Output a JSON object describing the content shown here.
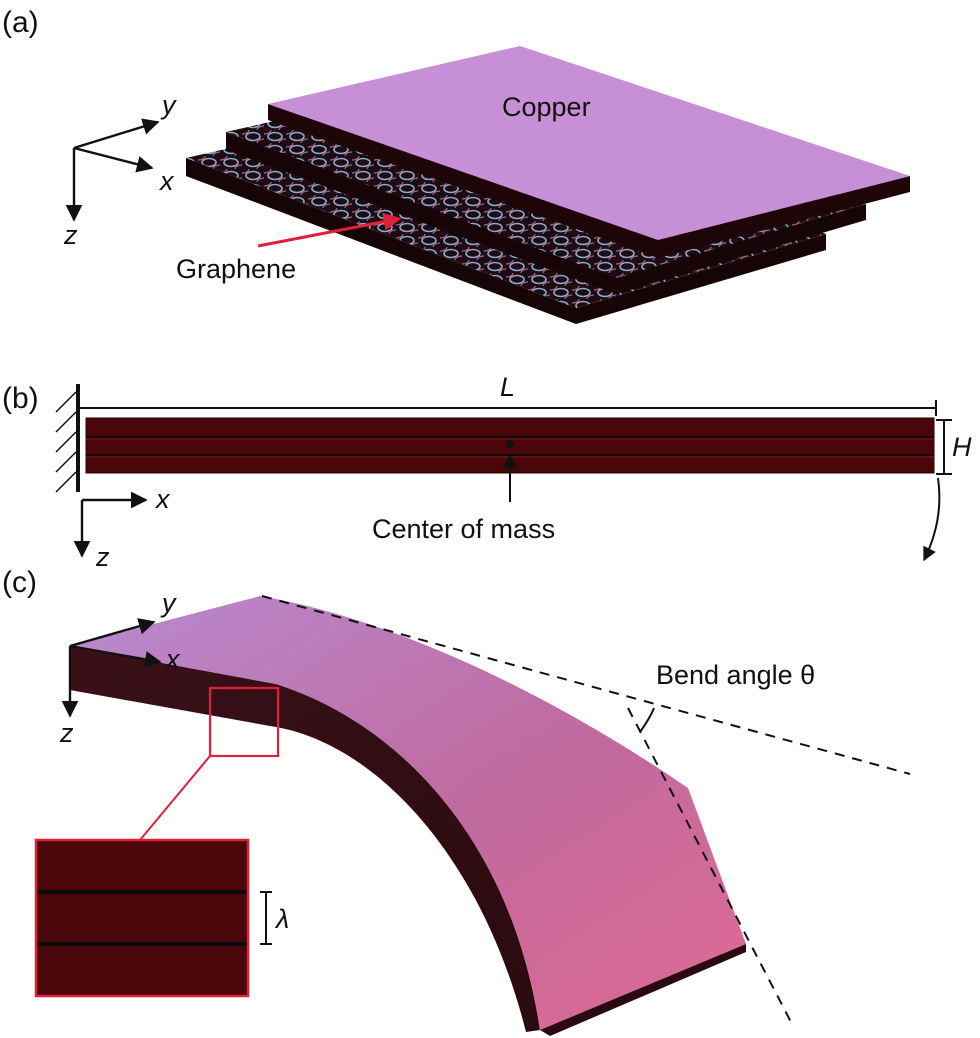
{
  "panels": {
    "a": {
      "label": "(a)",
      "axes": {
        "x": "x",
        "y": "y",
        "z": "z"
      },
      "top_layer_label": "Copper",
      "pointer_label": "Graphene"
    },
    "b": {
      "label": "(b)",
      "axes": {
        "x": "x",
        "z": "z"
      },
      "length_symbol": "L",
      "height_symbol": "H",
      "marker_label": "Center of mass"
    },
    "c": {
      "label": "(c)",
      "axes": {
        "x": "x",
        "y": "y",
        "z": "z"
      },
      "angle_label": "Bend angle θ",
      "spacing_symbol": "λ"
    }
  },
  "colors": {
    "copper_top": "#c68fd6",
    "copper_side": "#1e0608",
    "beam_fill": "#4a0608",
    "interface_line": "#0a0a0a",
    "highlight_red": "#e0203a",
    "bent_top_start": "#b88ad0",
    "bent_top_end": "#e06a92"
  }
}
